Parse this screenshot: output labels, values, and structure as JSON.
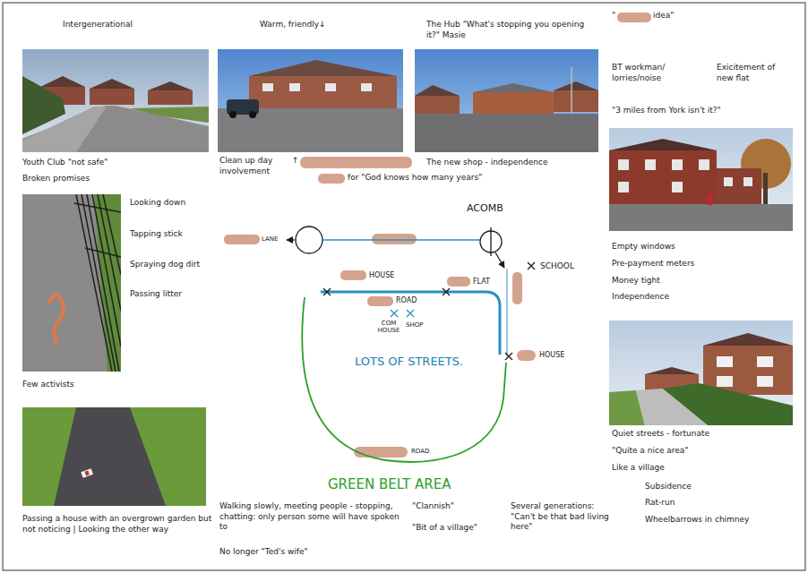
{
  "diagram": {
    "labels": [
      "Intergenerational",
      "Warm, friendly↓",
      "The Hub \"What's stopping you opening it?\" Masie",
      "\"",
      "idea\"",
      "BT workman/ lorries/noise",
      "Exicitement of new flat",
      "\"3 miles from York isn't it?\"",
      "Youth Club \"not safe\"",
      "Broken promises",
      "Clean up day involvement",
      "↑",
      "for \"God knows how many years\"",
      "The new shop - independence",
      "Looking down",
      "Tapping stick",
      "Spraying dog dirt",
      "Passing litter",
      "Few activists",
      "LANE",
      "ACOMB",
      "SCHOOL",
      "HOUSE",
      "FLAT",
      "ROAD",
      "COM HOUSE",
      "SHOP",
      "LOTS OF STREETS.",
      "HOUSE",
      "ROAD",
      "GREEN BELT AREA",
      "Empty windows",
      "Pre-payment meters",
      "Money tight",
      "Independence",
      "Quiet streets - fortunate",
      "\"Quite a nice area\"",
      "Like a village",
      "Subsidence",
      "Rat-run",
      "Wheelbarrows in chimney",
      "Passing a house with an overgrown garden but not noticing | Looking the other way",
      "Walking slowly, meeting people - stopping, chatting: only person some will have spoken to",
      "No longer \"Ted's wife\"",
      "\"Clannish\"",
      "\"Bit of a village\"",
      "Several generations: \"Can't be that bad living here\""
    ]
  }
}
